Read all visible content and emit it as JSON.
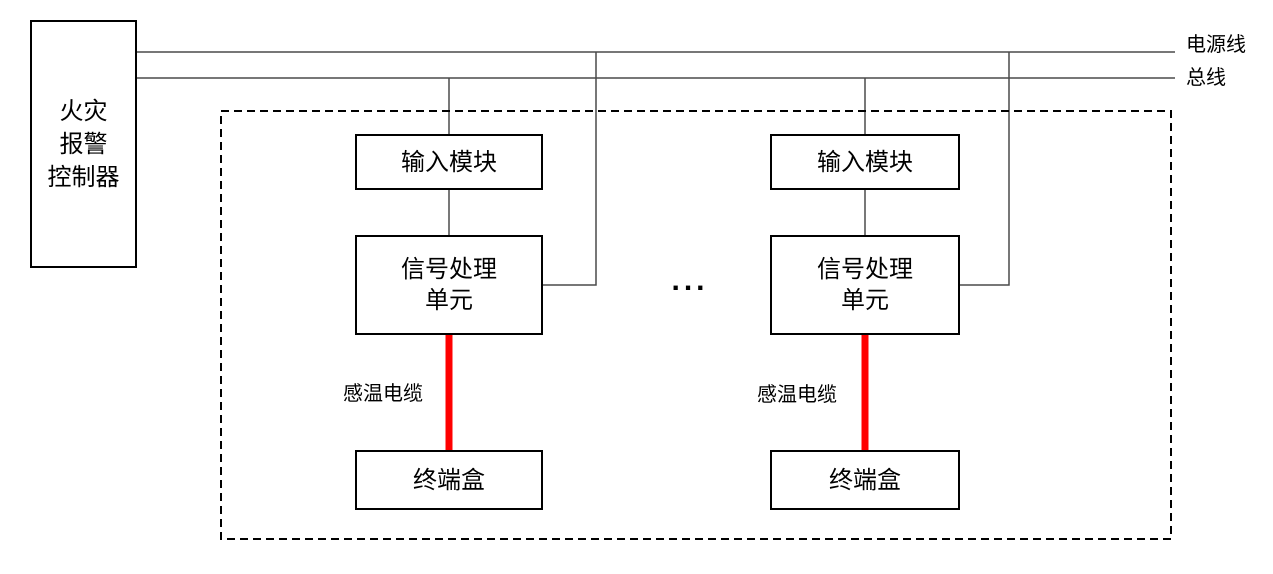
{
  "diagram": {
    "controller": {
      "label": "火灾报警控制器",
      "lines": [
        "火灾",
        "报警",
        "控制器"
      ]
    },
    "trunk_lines": {
      "power_label": "电源线",
      "bus_label": "总线"
    },
    "groups": [
      {
        "input_module": "输入模块",
        "signal_unit_line1": "信号处理",
        "signal_unit_line2": "单元",
        "cable_label": "感温电缆",
        "terminal_box": "终端盒"
      },
      {
        "input_module": "输入模块",
        "signal_unit_line1": "信号处理",
        "signal_unit_line2": "单元",
        "cable_label": "感温电缆",
        "terminal_box": "终端盒"
      }
    ],
    "ellipsis": "...",
    "colors": {
      "cable_red": "#ff0000",
      "wire_gray": "#4a4a4a",
      "border_black": "#000000"
    }
  }
}
